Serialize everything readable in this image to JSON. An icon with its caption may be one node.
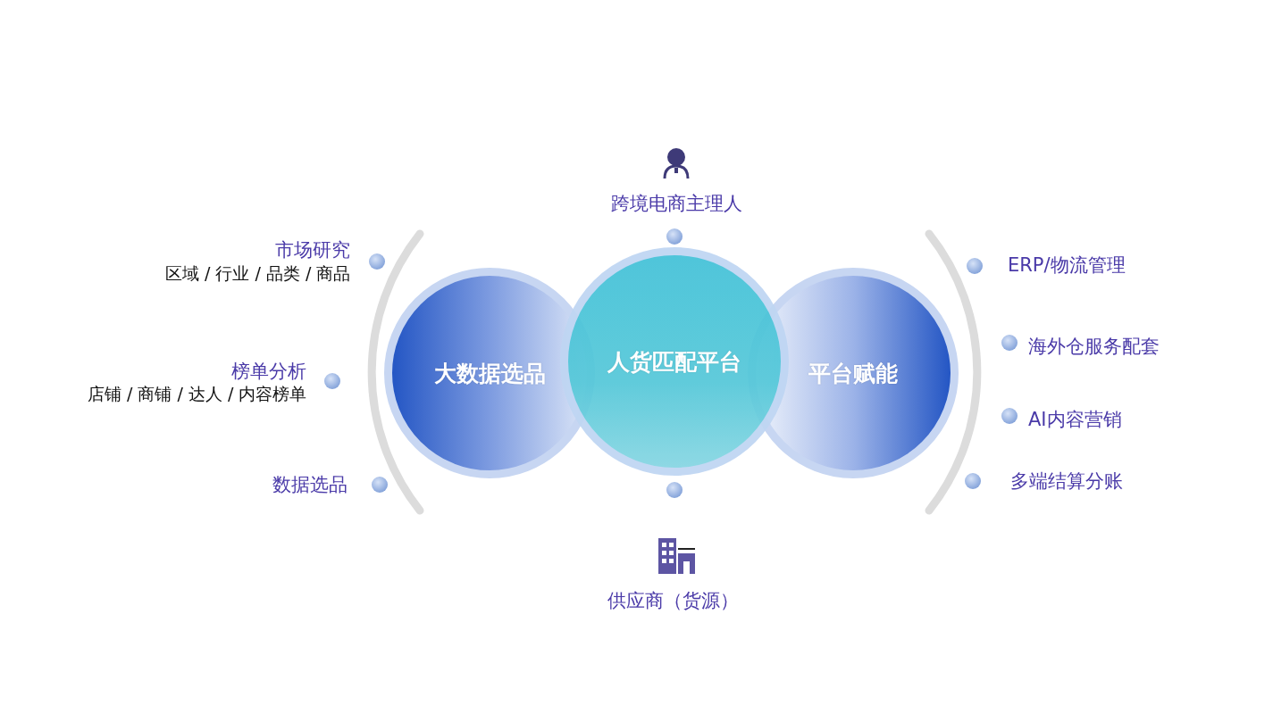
{
  "diagram": {
    "nodes": [
      {
        "text": [
          "大数据选品"
        ]
      },
      {
        "text": [
          "人货匹配平台"
        ]
      },
      {
        "text": [
          "平台赋能"
        ]
      }
    ],
    "labels": [
      "跨境电商主理人",
      "市场研究",
      "区域 / 行业 / 品类 / 商品",
      "榜单分析",
      "店铺 / 商铺 / 达人 / 内容榜单",
      "数据选品",
      "ERP/物流管理",
      "海外仓服务配套",
      "AI内容营销",
      "多端结算分账",
      "供应商（货源）"
    ]
  }
}
